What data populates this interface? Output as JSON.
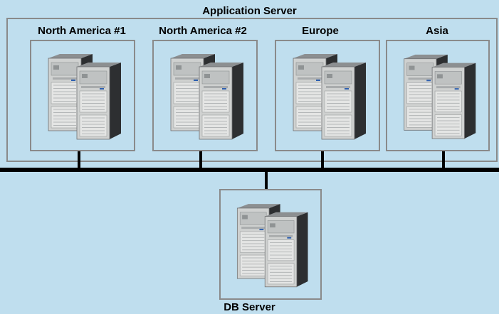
{
  "diagram": {
    "app_server_title": "Application Server",
    "db_server_title": "DB Server",
    "regions": [
      {
        "label": "North America #1"
      },
      {
        "label": "North America #2"
      },
      {
        "label": "Europe"
      },
      {
        "label": "Asia"
      }
    ]
  },
  "colors": {
    "background": "#bfdeee",
    "frame": "#8a8a8a",
    "bus": "#000000"
  },
  "icons": {
    "server": "server-tower-pair-icon"
  }
}
